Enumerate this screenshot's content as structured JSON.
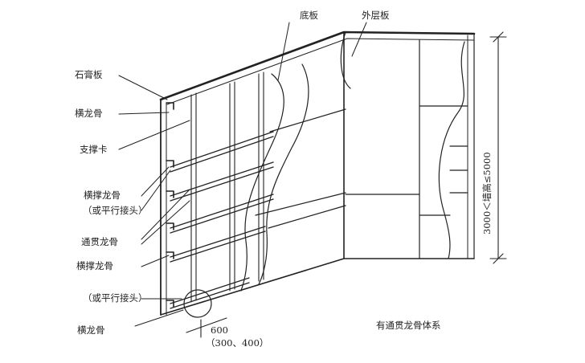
{
  "labels": {
    "gypsum_board": "石膏板",
    "top_track": "横龙骨",
    "support_clip": "支撑卡",
    "cross_brace_1": "横撑龙骨",
    "parallel_joint_1": "（或平行接头）",
    "through_stud": "通贯龙骨",
    "cross_brace_2": "横撑龙骨",
    "parallel_joint_2": "（或平行接头）",
    "bottom_track": "横龙骨",
    "base_board": "底板",
    "outer_board": "外层板",
    "spacing_main": "600",
    "spacing_alt": "（300、400）",
    "wall_height": "3000＜墙高≤5000",
    "caption": "有通贯龙骨体系"
  },
  "colors": {
    "line": "#222222",
    "background": "#ffffff"
  }
}
